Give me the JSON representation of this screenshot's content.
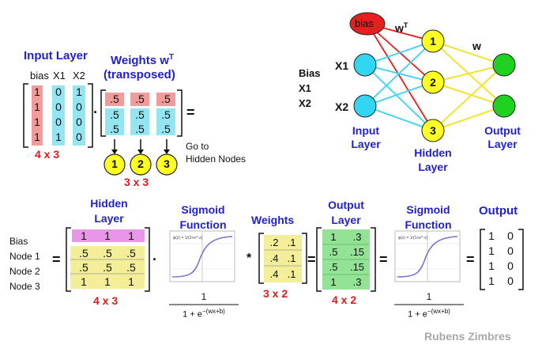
{
  "top": {
    "input_layer_title": "Input Layer",
    "col_headers": [
      "bias",
      "X1",
      "X2"
    ],
    "input_matrix": [
      [
        "1",
        "0",
        "1"
      ],
      [
        "1",
        "0",
        "0"
      ],
      [
        "1",
        "0",
        "0"
      ],
      [
        "1",
        "1",
        "0"
      ]
    ],
    "input_dims": "4 x 3",
    "weights_title_1": "Weights w",
    "weights_title_sup": "T",
    "weights_title_2": "(transposed)",
    "weights_matrix": [
      [
        ".5",
        ".5",
        ".5"
      ],
      [
        ".5",
        ".5",
        ".5"
      ],
      [
        ".5",
        ".5",
        ".5"
      ]
    ],
    "weights_dims": "3 x 3",
    "dot": "·",
    "equals": "=",
    "hidden_nodes": [
      "1",
      "2",
      "3"
    ],
    "goto_line1": "Go to",
    "goto_line2": "Hidden Nodes"
  },
  "network": {
    "bias_label": "bias",
    "wt_label": "w",
    "wt_sup": "T",
    "w_label": "w",
    "legend": [
      "Bias",
      "X1",
      "X2"
    ],
    "input_labels": [
      "X1",
      "X2"
    ],
    "hidden_nodes": [
      "1",
      "2",
      "3"
    ],
    "input_layer_label": [
      "Input",
      "Layer"
    ],
    "hidden_layer_label": [
      "Hidden",
      "Layer"
    ],
    "output_layer_label": [
      "Output",
      "Layer"
    ],
    "colors": {
      "bias": "#e81e1e",
      "input": "#33d6f0",
      "hidden": "#ffff22",
      "output": "#1fd21f"
    }
  },
  "bottom": {
    "row_labels": [
      "Bias",
      "Node 1",
      "Node 2",
      "Node 3"
    ],
    "hidden_title": [
      "Hidden",
      "Layer"
    ],
    "hidden_matrix": [
      [
        "1",
        "1",
        "1"
      ],
      [
        ".5",
        ".5",
        ".5"
      ],
      [
        ".5",
        ".5",
        ".5"
      ],
      [
        "1",
        "1",
        "1"
      ]
    ],
    "hidden_dims": "4 x 3",
    "sigmoid_title": [
      "Sigmoid",
      "Function"
    ],
    "sigmoid_numerator": "1",
    "sigmoid_denominator": "1 + e",
    "sigmoid_exponent": "−(wx+b)",
    "plot_label": "φ(z) = 1/(1+e^-z)",
    "weights_title": "Weights",
    "weights_matrix": [
      [
        ".2",
        ".1"
      ],
      [
        ".4",
        ".1"
      ],
      [
        ".4",
        ".1"
      ]
    ],
    "weights_dims": "3 x 2",
    "output_layer_title": [
      "Output",
      "Layer"
    ],
    "output_layer_matrix": [
      [
        "1",
        ".3"
      ],
      [
        ".5",
        ".15"
      ],
      [
        ".5",
        ".15"
      ],
      [
        "1",
        ".3"
      ]
    ],
    "output_layer_dims": "4 x 2",
    "output_title": "Output",
    "output_matrix": [
      [
        "1",
        "0"
      ],
      [
        "1",
        "0"
      ],
      [
        "1",
        "0"
      ],
      [
        "1",
        "0"
      ]
    ],
    "dot": "·",
    "star": "*",
    "equals": "="
  },
  "credit": "Rubens Zimbres"
}
